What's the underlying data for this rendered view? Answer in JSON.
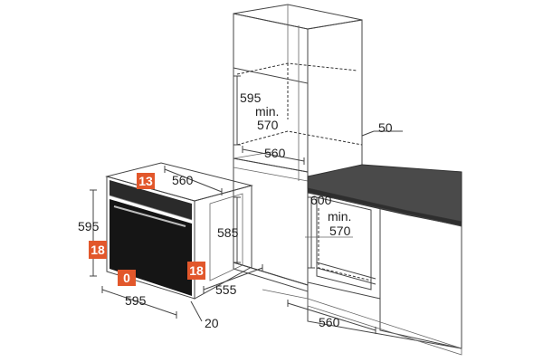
{
  "colors": {
    "badge": "#e2572b",
    "cabinet_light": "#efefef",
    "cabinet_mid": "#e0e0e0",
    "cabinet_dark": "#d2d2d2",
    "worktop": "#4a4a4a",
    "oven_front": "#1a1a1a",
    "oven_side": "#d9d9d9"
  },
  "icons": {
    "oven": "built-in-oven-icon",
    "cabinet": "tall-cabinet-icon",
    "worktop": "kitchen-worktop-icon"
  },
  "oven_dimensions": {
    "height": "595",
    "width": "595",
    "depth_top": "560",
    "depth_side": "555",
    "body_height": "585",
    "door_offset": "20"
  },
  "oven_badges": {
    "top": "13",
    "left": "18",
    "right": "18",
    "bottom": "0"
  },
  "tall_cabinet": {
    "height": "595",
    "min_label": "min.",
    "min_height": "570",
    "depth": "560"
  },
  "under_counter": {
    "height": "600",
    "min_label": "min.",
    "min_height": "570",
    "width": "560",
    "worktop_gap": "50"
  }
}
